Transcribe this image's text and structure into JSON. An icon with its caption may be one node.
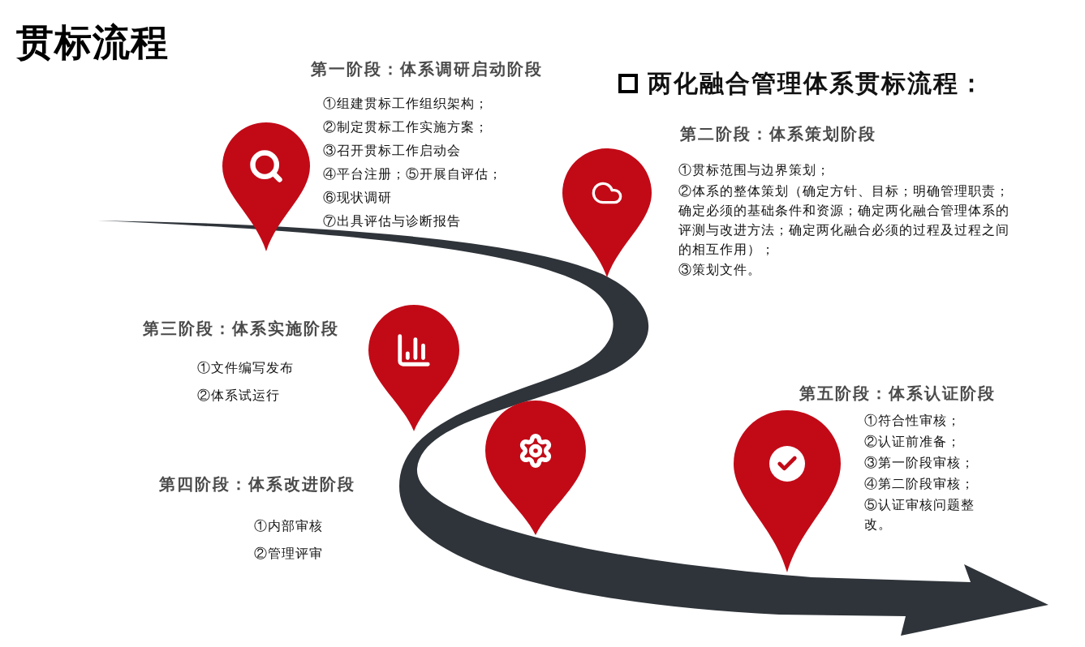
{
  "diagram": {
    "title": "贯标流程",
    "labels": [
      "两化融合管理体系贯标流程：",
      "第一阶段：体系调研启动阶段",
      "①组建贯标工作组织架构；",
      "②制定贯标工作实施方案；",
      "③召开贯标工作启动会",
      "④平台注册；⑤开展自评估；",
      "⑥现状调研",
      "⑦出具评估与诊断报告",
      "第二阶段：体系策划阶段",
      "①贯标范围与边界策划；",
      "②体系的整体策划（确定方针、目标；明确管理职责；确定必须的基础条件和资源；确定两化融合管理体系的评测与改进方法；确定两化融合必须的过程及过程之间的相互作用）；",
      "③策划文件。",
      "第三阶段：体系实施阶段",
      "①文件编写发布",
      "②体系试运行",
      "第四阶段：体系改进阶段",
      "①内部审核",
      "②管理评审",
      "第五阶段：体系认证阶段",
      "①符合性审核；",
      "②认证前准备；",
      "③第一阶段审核；",
      "④第二阶段审核；",
      "⑤认证审核问题整改。"
    ]
  }
}
